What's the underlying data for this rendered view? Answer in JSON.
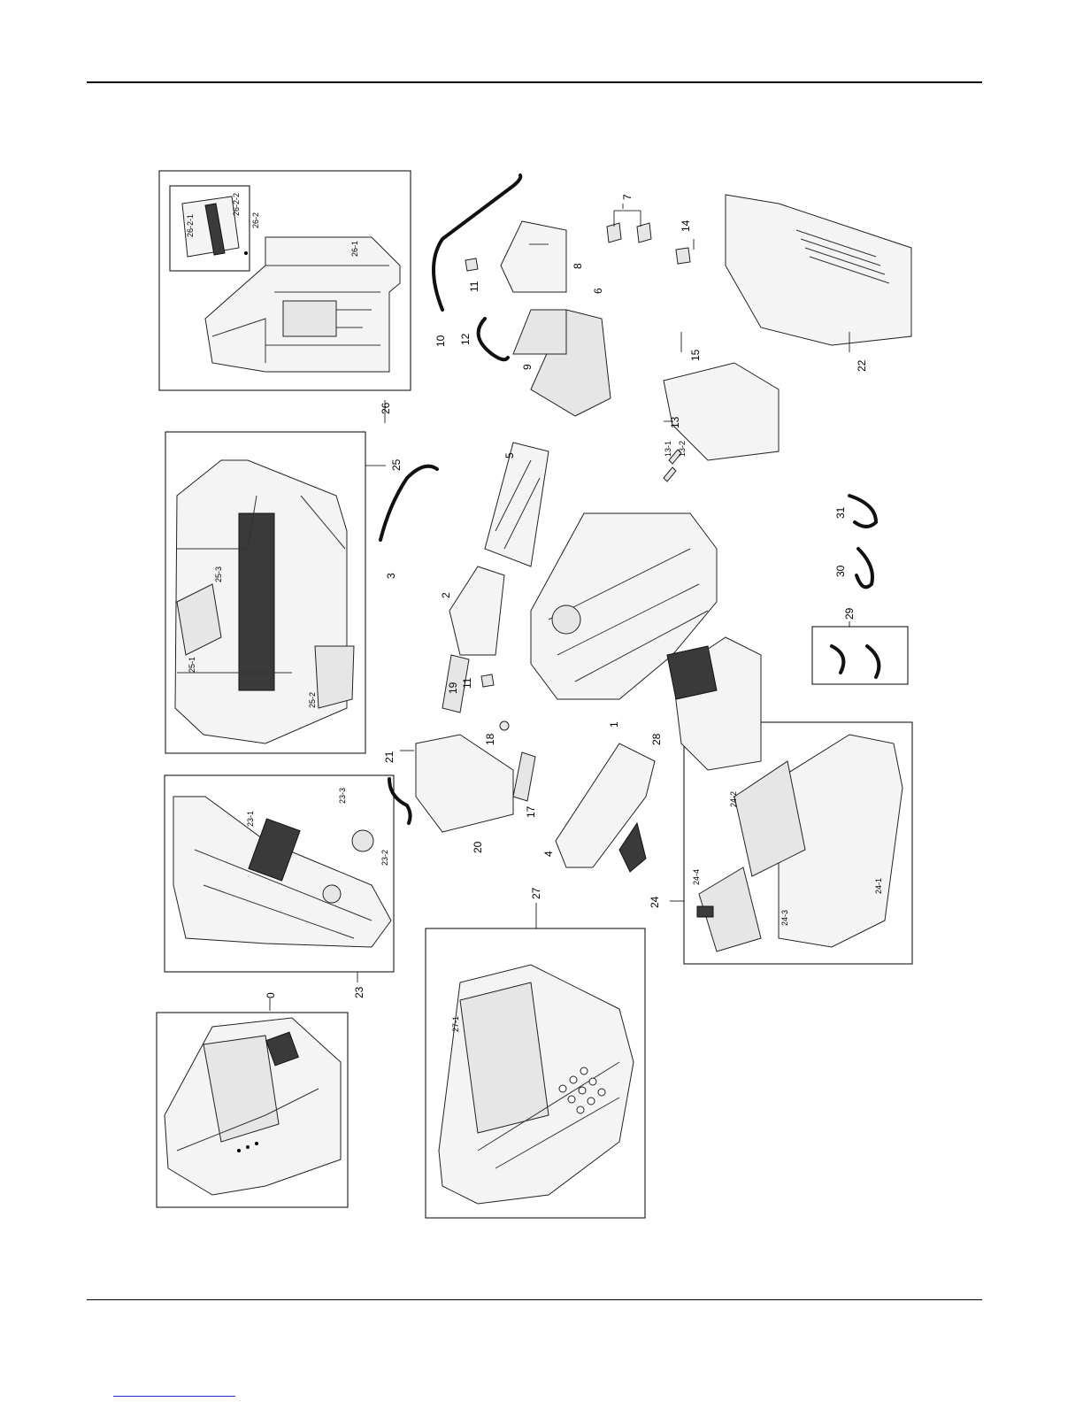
{
  "labels": {
    "p0": "0",
    "p1": "1",
    "p2": "2",
    "p3": "3",
    "p4": "4",
    "p5": "5",
    "p6": "6",
    "p7": "7",
    "p8": "8",
    "p9": "9",
    "p10": "10",
    "p11a": "11",
    "p11b": "11",
    "p12": "12",
    "p13": "13",
    "p13_1": "13-1",
    "p13_2": "13-2",
    "p14": "14",
    "p15": "15",
    "p17": "17",
    "p18": "18",
    "p19": "19",
    "p20": "20",
    "p21": "21",
    "p22": "22",
    "p23": "23",
    "p23_1": "23-1",
    "p23_2": "23-2",
    "p23_3": "23-3",
    "p24": "24",
    "p24_1": "24-1",
    "p24_2": "24-2",
    "p24_3": "24-3",
    "p24_4": "24-4",
    "p25": "25",
    "p25_1": "25-1",
    "p25_2": "25-2",
    "p25_3": "25-3",
    "p26": "26",
    "p26_1": "26-1",
    "p26_2": "26-2",
    "p26_2_1": "26-2-1",
    "p26_2_2": "26-2-2",
    "p27": "27",
    "p27_1": "27-1",
    "p28": "28",
    "p29": "29",
    "p30": "30",
    "p31": "31"
  },
  "colors": {
    "ink": "#000000",
    "footer_link": "#1a2bd6"
  }
}
